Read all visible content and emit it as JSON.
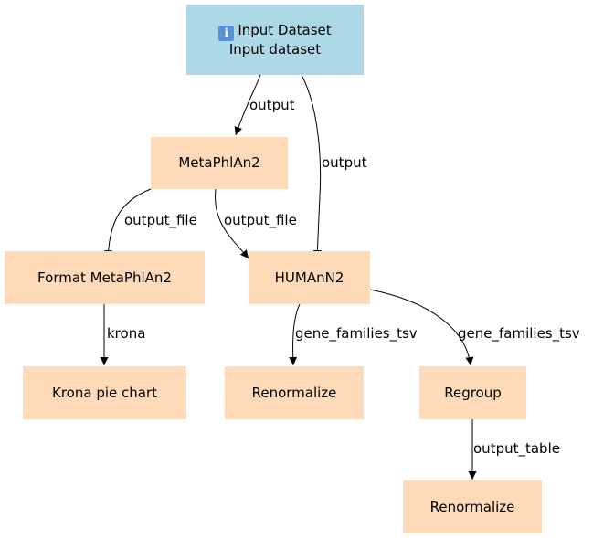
{
  "nodes": {
    "input": {
      "icon": "info-icon",
      "title": "Input Dataset",
      "subtitle": "Input dataset"
    },
    "metaphlan2": {
      "label": "MetaPhlAn2"
    },
    "format_metaphlan2": {
      "label": "Format MetaPhlAn2"
    },
    "humann2": {
      "label": "HUMAnN2"
    },
    "krona": {
      "label": "Krona pie chart"
    },
    "renormalize_1": {
      "label": "Renormalize"
    },
    "regroup": {
      "label": "Regroup"
    },
    "renormalize_2": {
      "label": "Renormalize"
    }
  },
  "edges": [
    {
      "from": "input",
      "to": "metaphlan2",
      "label": "output"
    },
    {
      "from": "input",
      "to": "humann2",
      "label": "output"
    },
    {
      "from": "metaphlan2",
      "to": "format_metaphlan2",
      "label": "output_file"
    },
    {
      "from": "metaphlan2",
      "to": "humann2",
      "label": "output_file"
    },
    {
      "from": "format_metaphlan2",
      "to": "krona",
      "label": "krona"
    },
    {
      "from": "humann2",
      "to": "renormalize_1",
      "label": "gene_families_tsv"
    },
    {
      "from": "humann2",
      "to": "regroup",
      "label": "gene_families_tsv"
    },
    {
      "from": "regroup",
      "to": "renormalize_2",
      "label": "output_table"
    }
  ],
  "colors": {
    "input_fill": "#add8e6",
    "step_fill": "#ffdab9",
    "edge": "#000000"
  }
}
